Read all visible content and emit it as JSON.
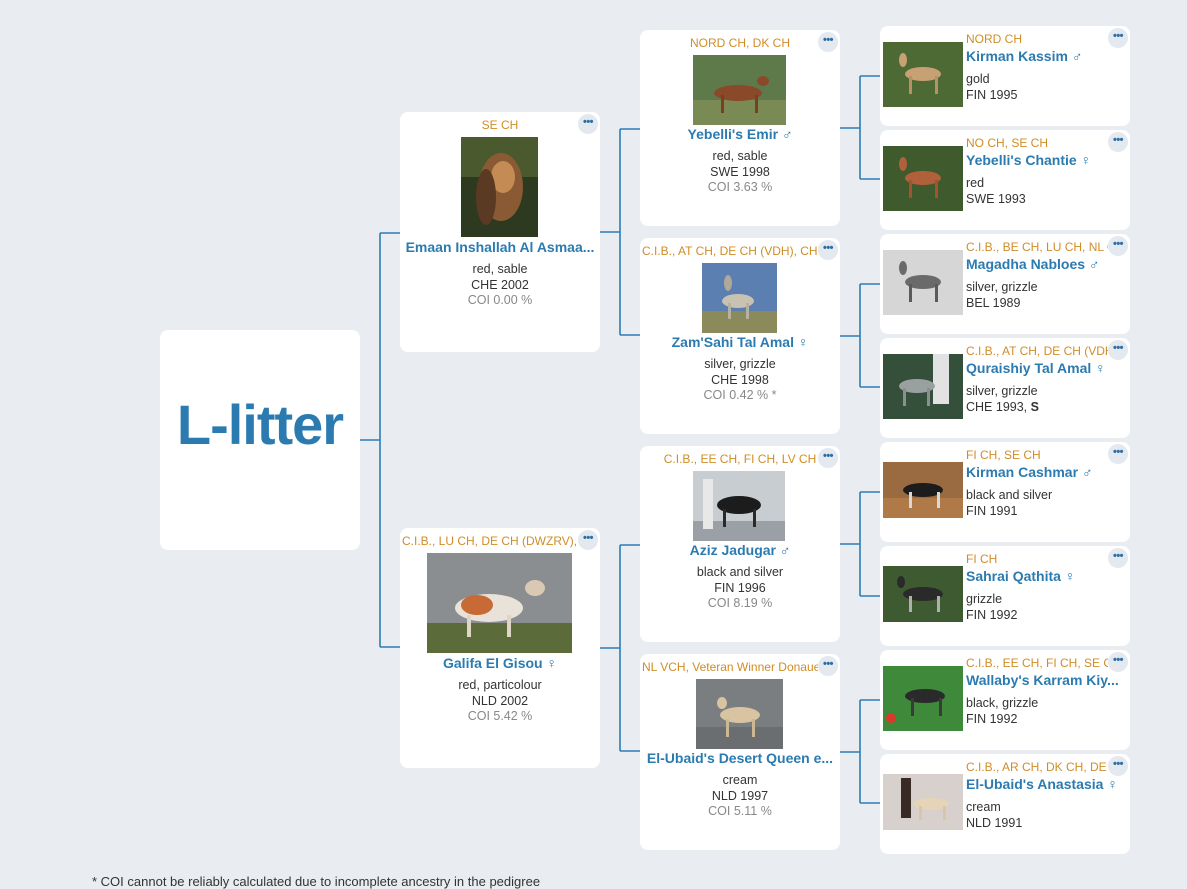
{
  "litter": {
    "title": "L-litter"
  },
  "footnote": "* COI cannot be reliably calculated due to incomplete ancestry in the pedigree",
  "colors": {
    "accent": "#2b7bb0",
    "titles": "#d08d27",
    "line": "#2d7db5",
    "background": "#e9edf1"
  },
  "menu_label": "•••",
  "parents": {
    "sire": {
      "titles": "SE CH",
      "name": "Emaan Inshallah Al Asmaa...",
      "sex": "",
      "color": "red, sable",
      "origin": "CHE 2002",
      "coi": "COI 0.00 %"
    },
    "dam": {
      "titles": "C.I.B., LU CH, DE CH (DWZRV), DE",
      "name": "Galifa El Gisou",
      "sex": "♀",
      "color": "red, particolour",
      "origin": "NLD 2002",
      "coi": "COI 5.42 %"
    }
  },
  "grandparents": [
    {
      "titles": "NORD CH, DK CH",
      "name": "Yebelli's Emir",
      "sex": "♂",
      "color": "red, sable",
      "origin": "SWE 1998",
      "coi": "COI 3.63 %"
    },
    {
      "titles": "C.I.B., AT CH, DE CH (VDH), CH CH",
      "name": "Zam'Sahi Tal Amal",
      "sex": "♀",
      "color": "silver, grizzle",
      "origin": "CHE 1998",
      "coi": "COI 0.42 % *"
    },
    {
      "titles": "C.I.B., EE CH, FI CH, LV CH",
      "name": "Aziz Jadugar",
      "sex": "♂",
      "color": "black and silver",
      "origin": "FIN 1996",
      "coi": "COI 8.19 %"
    },
    {
      "titles": "NL VCH, Veteran Winner Donaueschingen",
      "name": "El-Ubaid's Desert Queen e...",
      "sex": "",
      "color": "cream",
      "origin": "NLD 1997",
      "coi": "COI 5.11 %"
    }
  ],
  "great_grandparents": [
    {
      "titles": "NORD CH",
      "name": "Kirman Kassim",
      "sex": "♂",
      "color": "gold",
      "origin": "FIN 1995",
      "origin_extra": ""
    },
    {
      "titles": "NO CH, SE CH",
      "name": "Yebelli's Chantie",
      "sex": "♀",
      "color": "red",
      "origin": "SWE 1993",
      "origin_extra": ""
    },
    {
      "titles": "C.I.B., BE CH, LU CH, NL CH",
      "name": "Magadha Nabloes",
      "sex": "♂",
      "color": "silver, grizzle",
      "origin": "BEL 1989",
      "origin_extra": ""
    },
    {
      "titles": "C.I.B., AT CH, DE CH (VDH)",
      "name": "Quraishiy Tal Amal",
      "sex": "♀",
      "color": "silver, grizzle",
      "origin": "CHE 1993,",
      "origin_extra": "S"
    },
    {
      "titles": "FI CH, SE CH",
      "name": "Kirman Cashmar",
      "sex": "♂",
      "color": "black and silver",
      "origin": "FIN 1991",
      "origin_extra": ""
    },
    {
      "titles": "FI CH",
      "name": "Sahrai Qathita",
      "sex": "♀",
      "color": "grizzle",
      "origin": "FIN 1992",
      "origin_extra": ""
    },
    {
      "titles": "C.I.B., EE CH, FI CH, SE CH",
      "name": "Wallaby's Karram Kiy...",
      "sex": "",
      "color": "black, grizzle",
      "origin": "FIN 1992",
      "origin_extra": ""
    },
    {
      "titles": "C.I.B., AR CH, DK CH, DE CH",
      "name": "El-Ubaid's Anastasia",
      "sex": "♀",
      "color": "cream",
      "origin": "NLD 1991",
      "origin_extra": ""
    }
  ]
}
